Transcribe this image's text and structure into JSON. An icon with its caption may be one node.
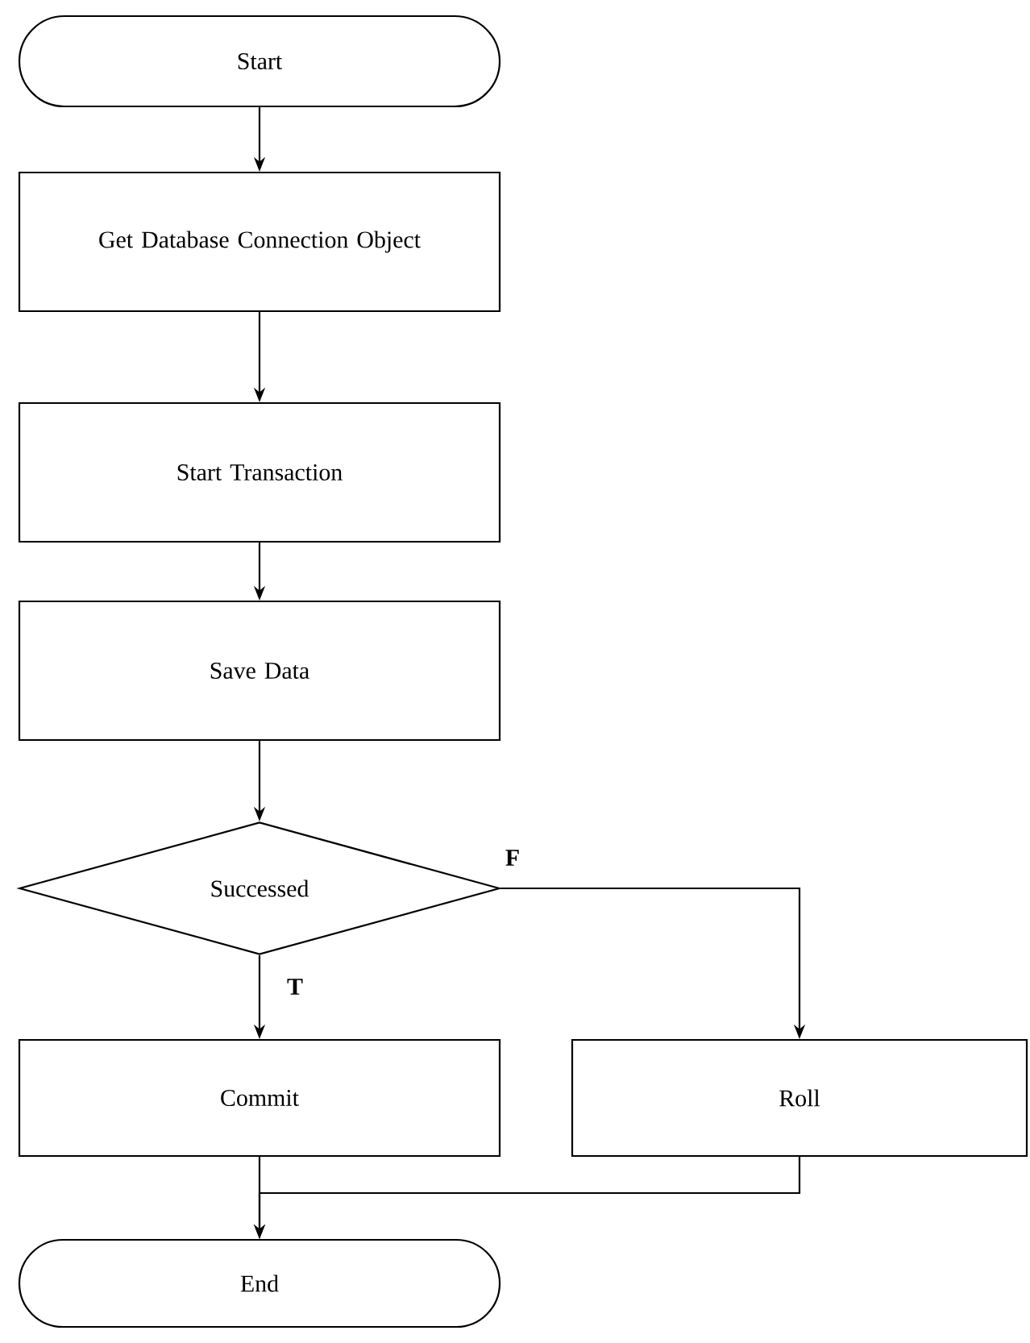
{
  "diagram": {
    "nodes": [
      {
        "text": [
          "Start"
        ]
      },
      {
        "text": [
          "Get Database Connection Object"
        ]
      },
      {
        "text": [
          "Start Transaction"
        ]
      },
      {
        "text": [
          "Save Data"
        ]
      },
      {
        "text": [
          "Successed"
        ]
      },
      {
        "text": [
          "Commit"
        ]
      },
      {
        "text": [
          "Roll"
        ]
      },
      {
        "text": [
          "End"
        ]
      }
    ],
    "edges": [
      {
        "from": 0,
        "to": 1,
        "arrow": "to"
      },
      {
        "from": 1,
        "to": 2,
        "arrow": "to"
      },
      {
        "from": 2,
        "to": 3,
        "arrow": "to"
      },
      {
        "from": 3,
        "to": 4,
        "arrow": "to"
      },
      {
        "from": 4,
        "to": 5,
        "arrow": "to",
        "label": "T"
      },
      {
        "from": 4,
        "to": 6,
        "arrow": "to",
        "label": "F"
      },
      {
        "from": 5,
        "to": 7,
        "arrow": "to"
      },
      {
        "from": 6,
        "to": 7,
        "arrow": "to"
      }
    ]
  }
}
